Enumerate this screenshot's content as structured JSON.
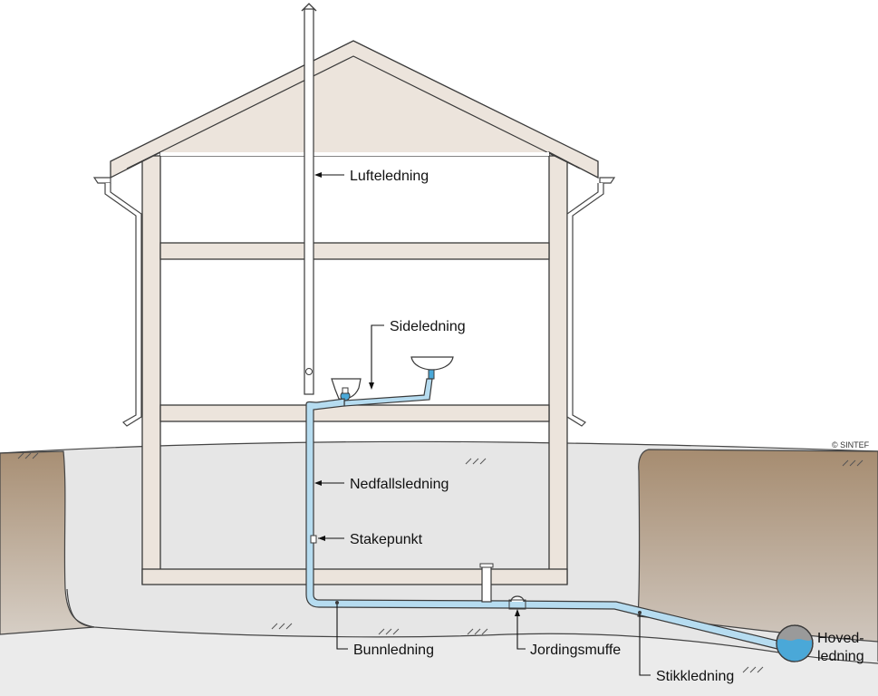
{
  "labels": {
    "lufteledning": "Lufteledning",
    "sideledning": "Sideledning",
    "nedfallsledning": "Nedfallsledning",
    "stakepunkt": "Stakepunkt",
    "bunnledning": "Bunnledning",
    "jordingsmuffe": "Jordingsmuffe",
    "stikkledning": "Stikkledning",
    "hovedledning_line1": "Hoved-",
    "hovedledning_line2": "ledning"
  },
  "copyright": "© SINTEF",
  "colors": {
    "pipe_fill": "#b6dcf0",
    "water": "#4aa8d8",
    "wall": "#ece4dc",
    "soil": "#b19a80",
    "backfill": "#e6e6e6",
    "outline": "#3a3a3a"
  }
}
